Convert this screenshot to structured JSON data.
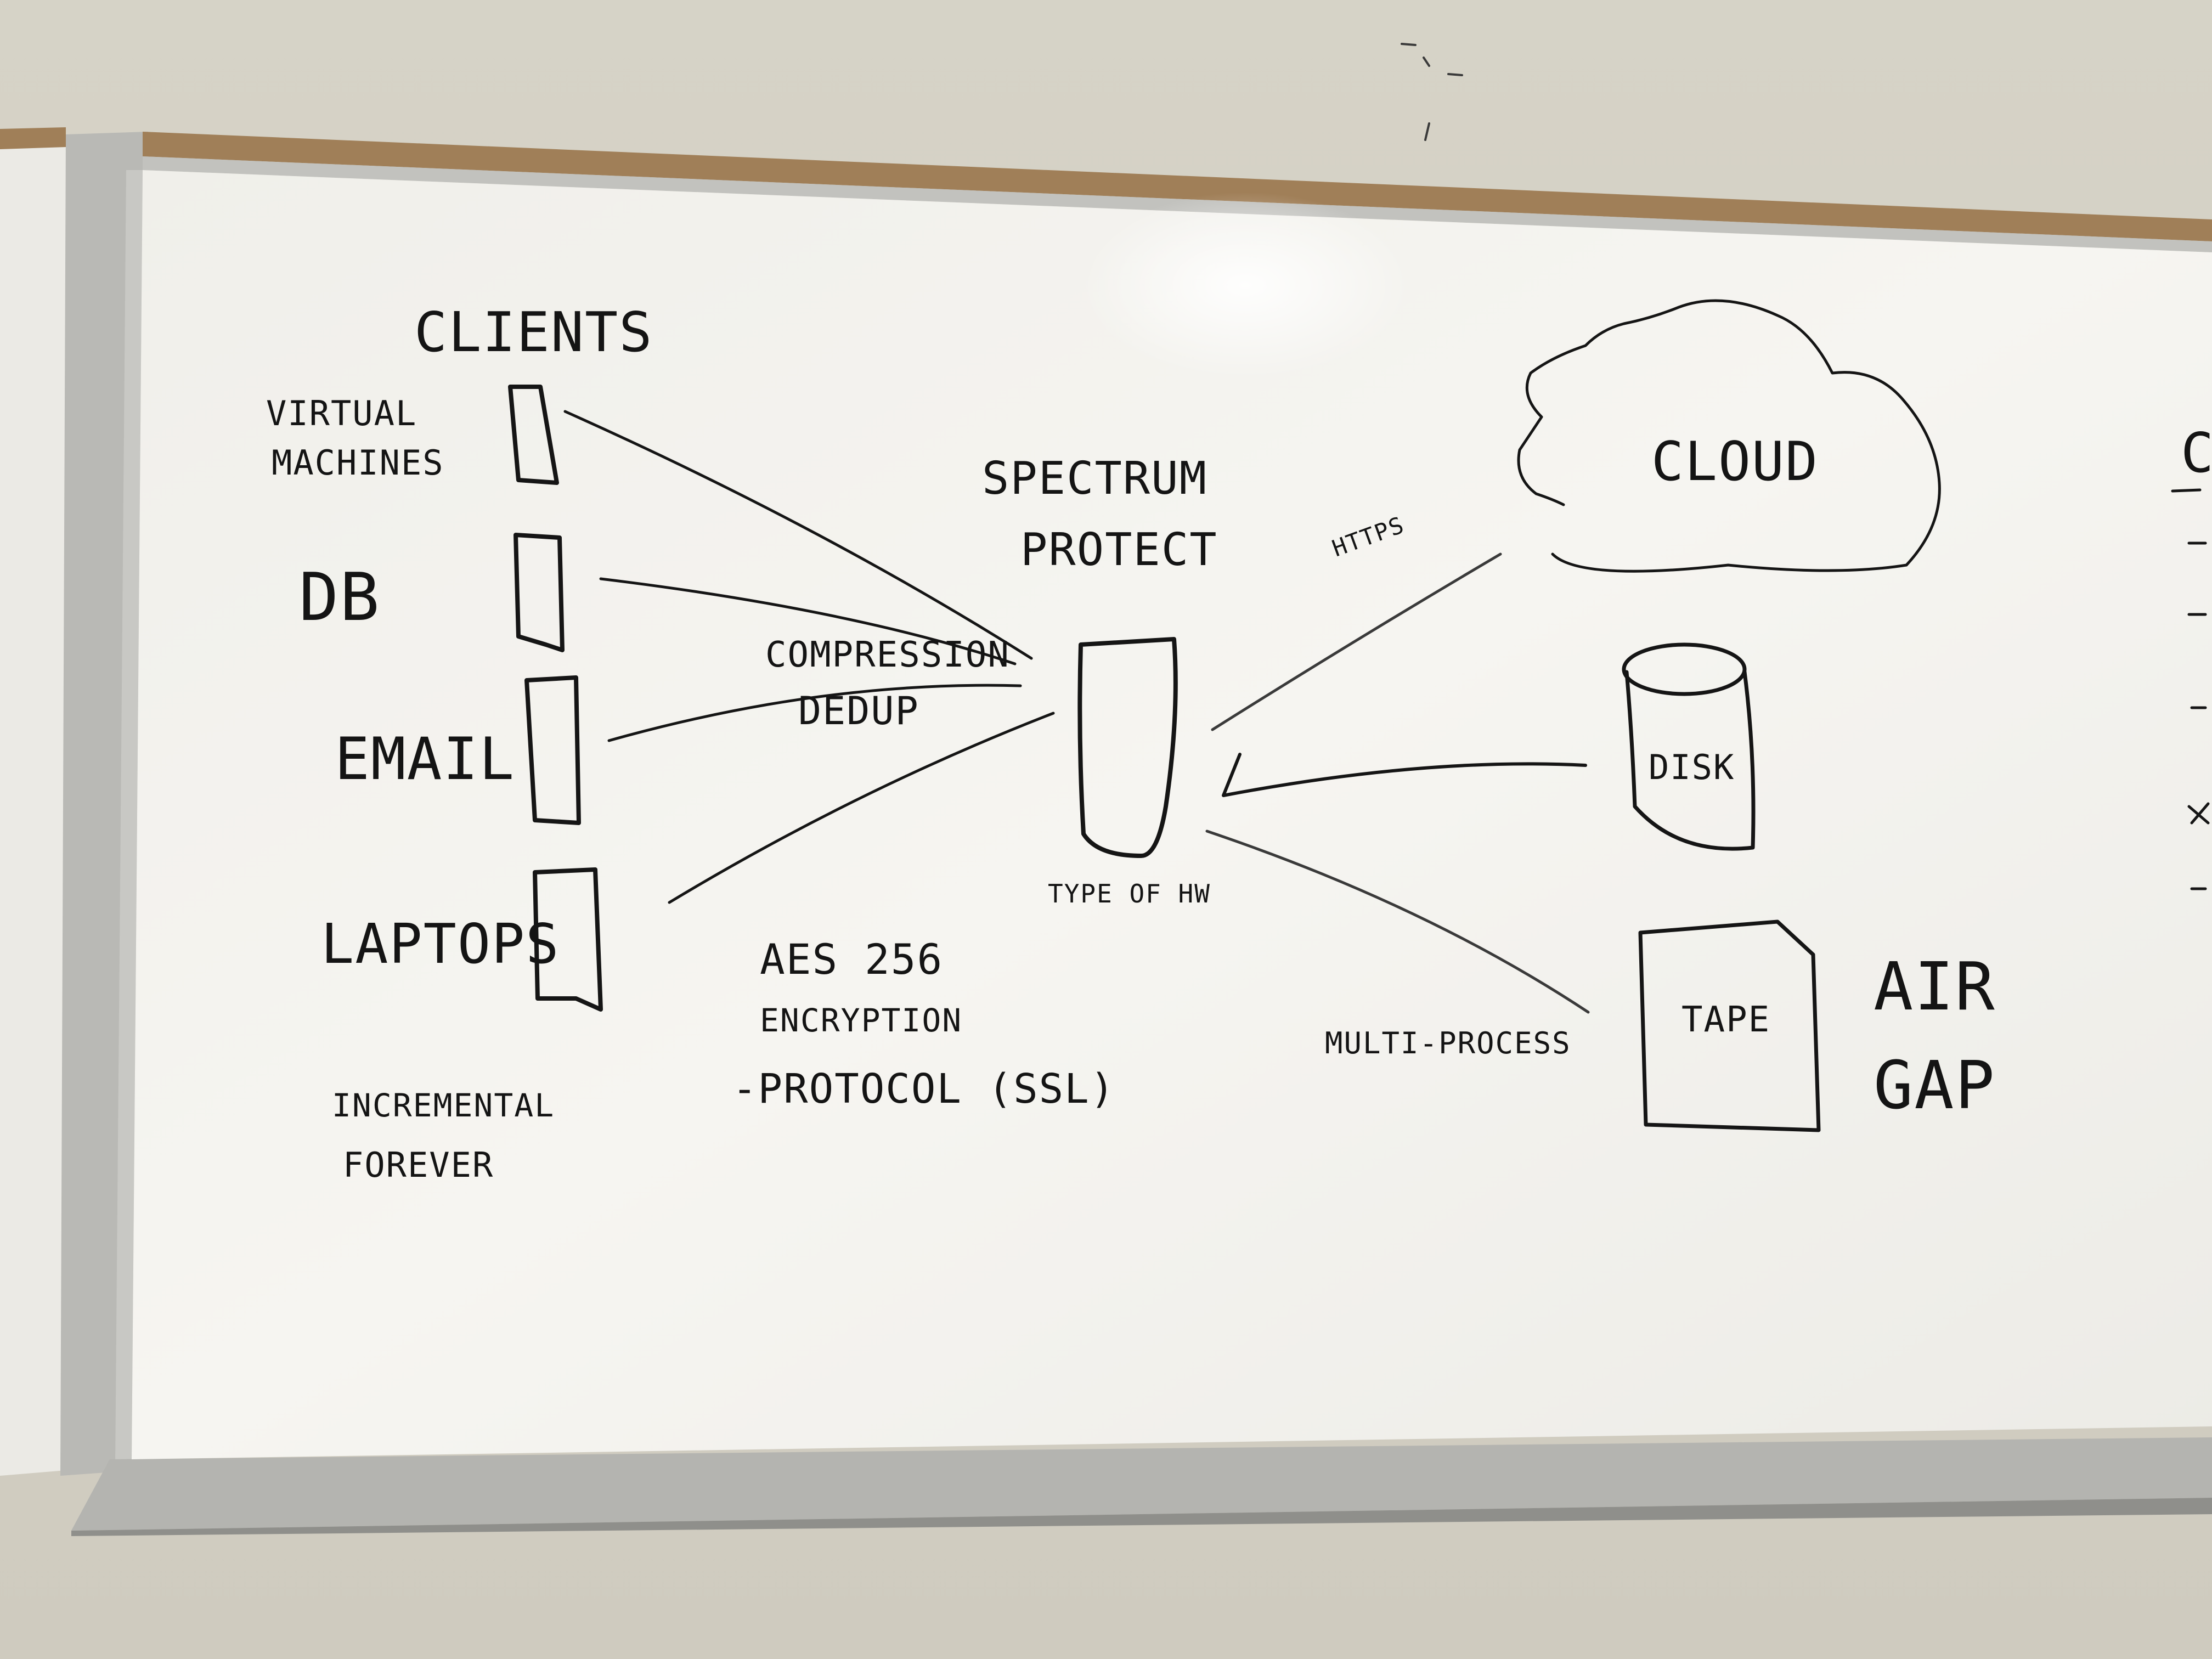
{
  "diagram": {
    "clients_heading": "CLIENTS",
    "clients": {
      "vm_line1": "VIRTUAL",
      "vm_line2": "MACHINES",
      "db": "DB",
      "email": "EMAIL",
      "laptops": "LAPTOPS"
    },
    "incremental_line1": "INCREMENTAL",
    "incremental_line2": "FOREVER",
    "compression": "COMPRESSION",
    "dedup": "DEDUP",
    "server_line1": "SPECTRUM",
    "server_line2": "PROTECT",
    "type_of_hw": "TYPE OF HW",
    "notes": {
      "aes_line1": "AES 256",
      "aes_line2": "ENCRYPTION",
      "protocol": "-PROTOCOL (SSL)"
    },
    "https": "HTTPS",
    "multi_process": "MULTI-PROCESS",
    "cloud": "CLOUD",
    "disk": "DISK",
    "tape": "TAPE",
    "airgap_line1": "AIR",
    "airgap_line2": "GAP",
    "edge_letter": "C"
  },
  "colors": {
    "wall": "#d8d4c8",
    "board": "#f3f2ee",
    "frame": "#b8b8b4",
    "cork": "#9a7a55",
    "ink": "#151515"
  }
}
